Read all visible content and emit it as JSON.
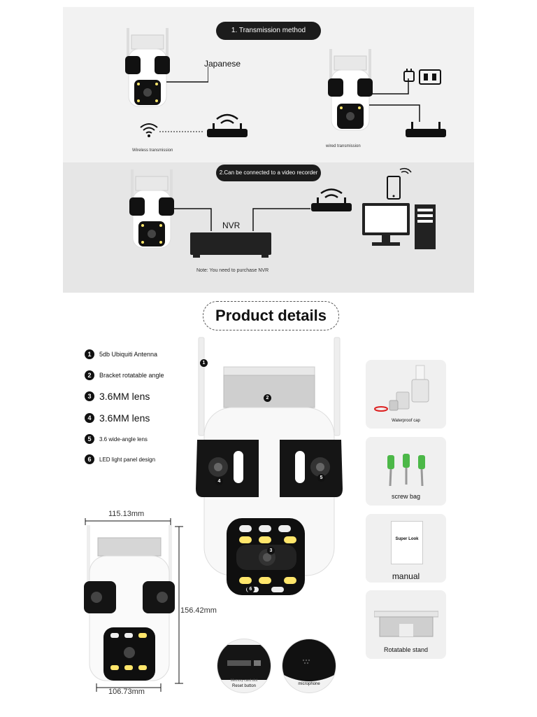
{
  "transmission": {
    "title": "1. Transmission method",
    "japanese_label": "Japanese",
    "wireless_label": "Wireless transmission",
    "wired_label": "wired transmission"
  },
  "recorder": {
    "title": "2.Can be connected to a video recorder",
    "nvr_label": "NVR",
    "note": "Note: You need to purchase NVR"
  },
  "details": {
    "title": "Product details",
    "features": [
      {
        "num": "1",
        "label": "5db Ubiquiti Antenna"
      },
      {
        "num": "2",
        "label": "Bracket rotatable angle"
      },
      {
        "num": "3",
        "label": "3.6MM lens"
      },
      {
        "num": "4",
        "label": "3.6MM lens"
      },
      {
        "num": "5",
        "label": "3.6 wide-angle lens"
      },
      {
        "num": "6",
        "label": "LED light panel design"
      }
    ],
    "markers": [
      "1",
      "2",
      "3",
      "4",
      "5",
      "6"
    ]
  },
  "dimensions": {
    "width_top": "115.13mm",
    "height": "156.42mm",
    "width_bottom": "106.73mm"
  },
  "closeups": {
    "reset_label": "Reset button",
    "memory_label": "Memory card slot",
    "microphone_label": "microphone"
  },
  "accessories": [
    {
      "label": "Waterproof cap"
    },
    {
      "label": "screw bag"
    },
    {
      "label": "manual"
    },
    {
      "label": "Rotatable stand"
    }
  ],
  "manual_cover": {
    "brand": "Super Look"
  }
}
